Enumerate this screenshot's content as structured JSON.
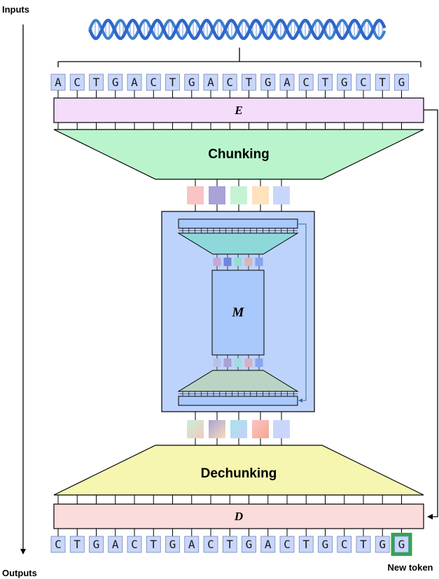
{
  "labels": {
    "inputs": "Inputs",
    "outputs": "Outputs",
    "encoder": "E",
    "chunking": "Chunking",
    "main_network": "M",
    "dechunking": "Dechunking",
    "decoder": "D",
    "new_token": "New token"
  },
  "input_tokens": [
    "A",
    "C",
    "T",
    "G",
    "A",
    "C",
    "T",
    "G",
    "A",
    "C",
    "T",
    "G",
    "A",
    "C",
    "T",
    "G",
    "C",
    "T",
    "G"
  ],
  "output_tokens": [
    "C",
    "T",
    "G",
    "A",
    "C",
    "T",
    "G",
    "A",
    "C",
    "T",
    "G",
    "A",
    "C",
    "T",
    "G",
    "C",
    "T",
    "G",
    "G"
  ],
  "chunk_colors": [
    "#f8c4c4",
    "#a8a2d6",
    "#c4f3d4",
    "#fde2bd",
    "#c9d6fb"
  ],
  "dechunk_gradients": [
    [
      "#c8efd6",
      "#f3c9bd"
    ],
    [
      "#a8a2d6",
      "#f8ddb8"
    ],
    [
      "#a6e3e6",
      "#c7d1fb"
    ],
    [
      "#f8c4c4",
      "#f6a892"
    ],
    [
      "#c9d6fb",
      "#c9d6fb"
    ]
  ],
  "colors": {
    "token_fill": "#c9d6fb",
    "encoder_fill": "#f4dcfb",
    "chunking_fill": "#b9f4cd",
    "inner_panel_fill": "#bdd3fb",
    "inner_chunk_fill": "#8fd8da",
    "inner_main_fill": "#a9c8fb",
    "inner_dechunk_fill": "#b9d4c4",
    "dechunking_fill": "#f6f6b0",
    "decoder_fill": "#fbdcdc",
    "new_token_highlight": "#2ea84a"
  }
}
